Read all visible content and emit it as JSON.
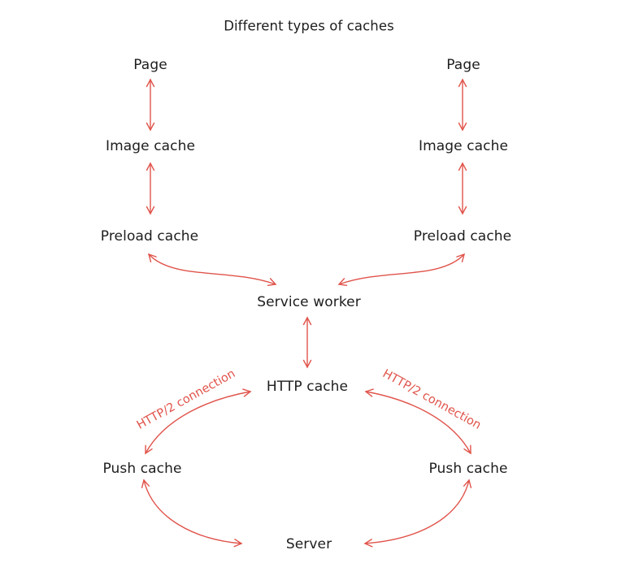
{
  "title": "Different types of caches",
  "colors": {
    "arrow_red": "#e0544b",
    "text_dark": "#1d1d1d",
    "background": "#ffffff"
  },
  "nodes": {
    "page_left": "Page",
    "page_right": "Page",
    "image_cache_left": "Image cache",
    "image_cache_right": "Image cache",
    "preload_cache_left": "Preload cache",
    "preload_cache_right": "Preload cache",
    "service_worker": "Service worker",
    "http_cache": "HTTP cache",
    "push_cache_left": "Push cache",
    "push_cache_right": "Push cache",
    "server": "Server"
  },
  "edge_labels": {
    "http2_left": "HTTP/2 connection",
    "http2_right": "HTTP/2 connection"
  }
}
